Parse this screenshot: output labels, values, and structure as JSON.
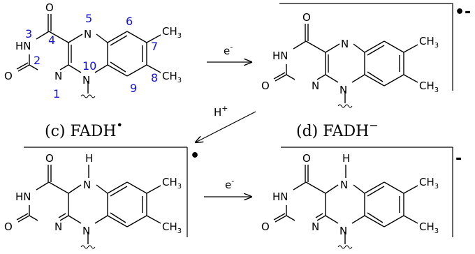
{
  "atoms": {
    "O": "O",
    "HN": "HN",
    "N": "N",
    "H": "H",
    "CH": "CH",
    "three": "3"
  },
  "numbering": [
    "1",
    "2",
    "3",
    "4",
    "5",
    "6",
    "7",
    "8",
    "9",
    "10"
  ],
  "captions": {
    "c": {
      "main": "(c) FADH",
      "sup": "•"
    },
    "d": {
      "main": "(d) FADH",
      "sup": "−"
    }
  },
  "arrows": {
    "top_label": {
      "main": "e",
      "sup": "-"
    },
    "middle_label": {
      "main": "H",
      "sup": "+"
    },
    "bottom_label": {
      "main": "e",
      "sup": "-"
    }
  },
  "charges": {
    "d": "•-",
    "bottom_left": "•",
    "bottom_right": "-"
  }
}
